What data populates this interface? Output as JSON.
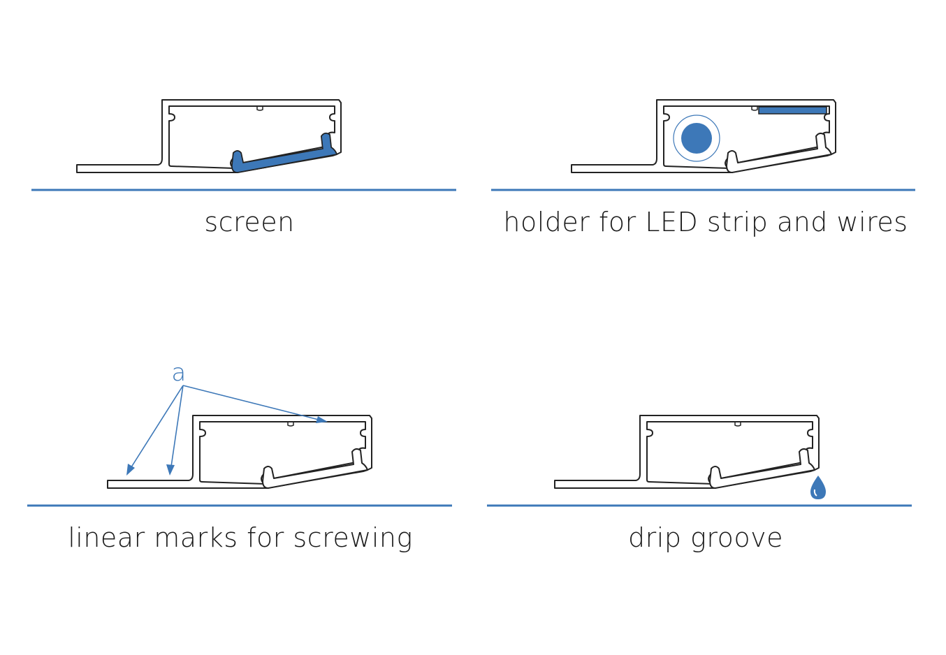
{
  "panels": [
    {
      "label": "screen"
    },
    {
      "label": "holder for LED strip and wires"
    },
    {
      "label": "linear marks for screwing",
      "callout": "a"
    },
    {
      "label": "drip groove"
    }
  ],
  "colors": {
    "accent": "#3d78b8",
    "outline": "#222222"
  }
}
